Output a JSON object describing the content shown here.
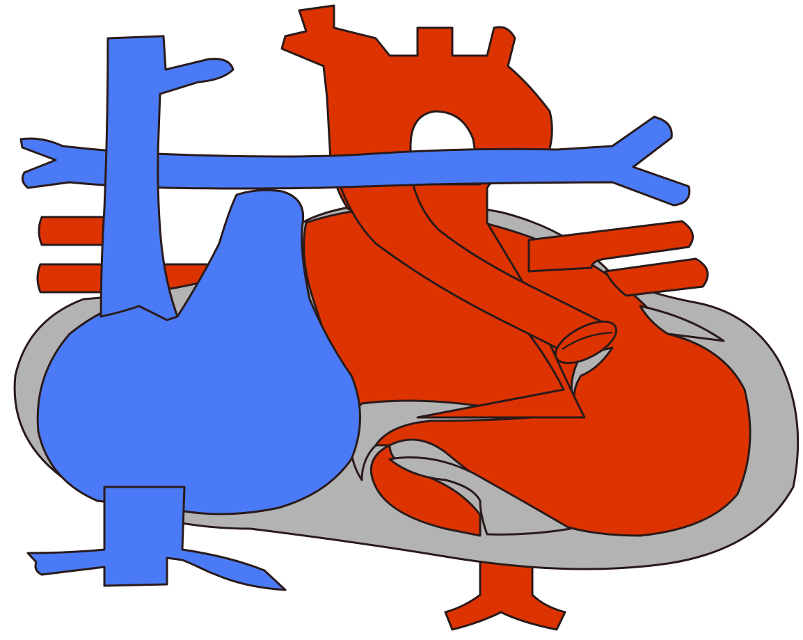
{
  "diagram": {
    "colors": {
      "deoxygenated": "#4a7af5",
      "oxygenated": "#dd3300",
      "pericardium": "#b3b3b3",
      "outline": "#2a1a1a",
      "background": "#ffffff"
    },
    "structures": [
      "superior-vena-cava",
      "inferior-vena-cava",
      "right-atrium",
      "pulmonary-artery",
      "aorta",
      "left-ventricle",
      "pericardium",
      "pulmonary-veins"
    ]
  }
}
